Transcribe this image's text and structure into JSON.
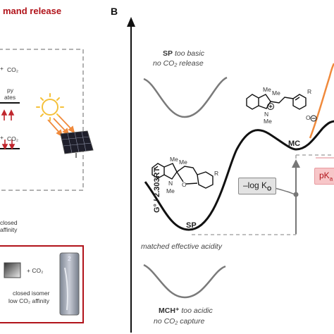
{
  "panelA": {
    "title_fragment": "mand release",
    "co2_top": "CO₂",
    "text_py": "py",
    "text_ates": "ates",
    "co2_mid": "CO₂",
    "text_closed": "closed",
    "text_affinity": "affinity",
    "plus_co2": "+ CO₂",
    "closed_isomer": "closed isomer",
    "low_co2": "low CO₂ affinity",
    "vial_mark": "2"
  },
  "panelB": {
    "label": "B",
    "y_axis": "G° / 2.303RT",
    "sp_top_state": "SP",
    "sp_top_note": "too basic",
    "sp_top_note2": "no CO₂ release",
    "sp_label": "SP",
    "mc_label": "MC",
    "matched": "matched effective acidity",
    "log_k_prefix": "–log K",
    "log_k_sub": "O",
    "pka_prefix": "pK",
    "pka_sub": "a",
    "mch_state": "MCH⁺",
    "mch_note": "too acidic",
    "mch_note2": "no CO₂ capture",
    "struct_me1": "Me",
    "struct_me2": "Me",
    "struct_n": "N",
    "struct_me3": "Me",
    "struct_o": "O",
    "struct_r1": "R",
    "mc_me1": "Me",
    "mc_me2": "Me",
    "mc_n": "N",
    "mc_me3": "Me",
    "mc_o": "O",
    "mc_r": "R"
  },
  "colors": {
    "accent_red": "#b1131a",
    "curve": "#111111",
    "faint_curve": "#7a7a7a",
    "orange": "#f08a3c",
    "sun": "#f5c13b",
    "pka_fill": "#f7c6c8"
  }
}
